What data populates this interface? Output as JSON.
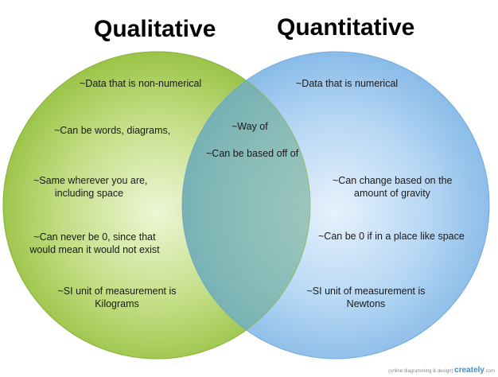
{
  "titles": {
    "left": "Qualitative",
    "right": "Quantitative"
  },
  "colors": {
    "left_circle": "#9dc84a",
    "right_circle": "#8cc0ec",
    "overlap": "#7fb49a",
    "outline_left": "#8ab43c",
    "outline_right": "#6ea8dc"
  },
  "left_items": [
    "~Data that is non-numerical",
    "~Can be words, diagrams,",
    [
      "~Same wherever you are,",
      "including space"
    ],
    [
      "~Can never be 0, since that",
      "would mean it would not exist"
    ],
    [
      "~SI unit of measurement is",
      "Kilograms"
    ]
  ],
  "overlap_items": [
    "~Way of",
    "~Can be based off of"
  ],
  "right_items": [
    "~Data that is numerical",
    [
      "~Can change based on the",
      "amount of gravity"
    ],
    "~Can be 0 if in a place like space",
    [
      "~SI unit of measurement is",
      "Newtons"
    ]
  ],
  "watermark": {
    "prefix": "(online diagramming & design)",
    "brand": "creately",
    "suffix": ".com"
  }
}
